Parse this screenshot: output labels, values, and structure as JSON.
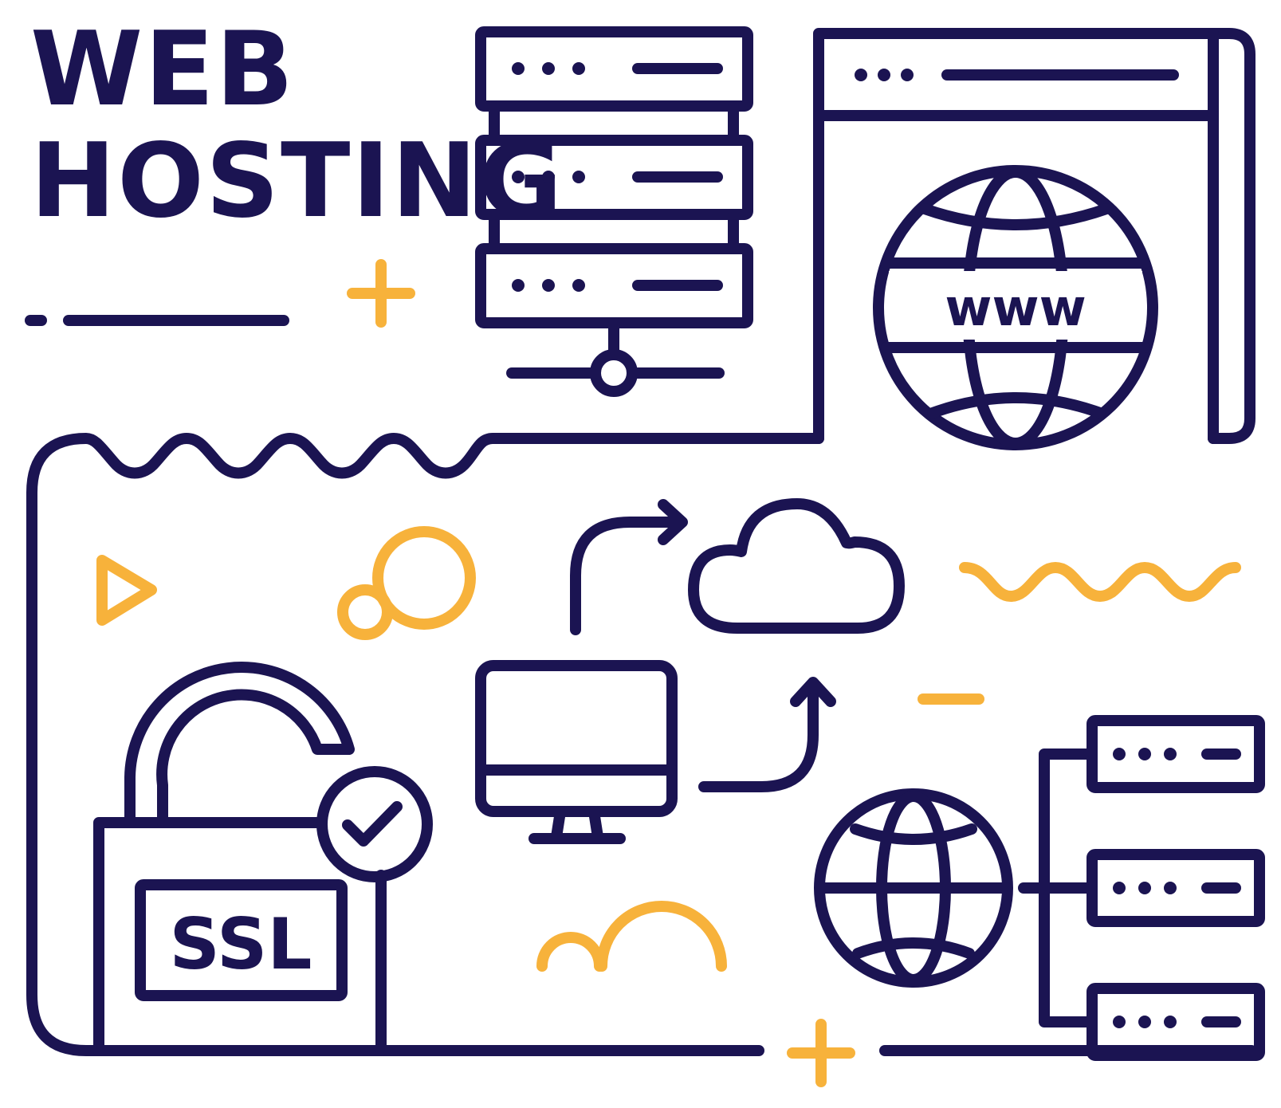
{
  "title": {
    "line1": "WEB",
    "line2": "HOSTING"
  },
  "server_label": "www",
  "ssl_label": "SSL",
  "colors": {
    "primary": "#1b1452",
    "accent": "#f7b23b",
    "background": "#ffffff"
  },
  "icons": [
    "server-rack-icon",
    "browser-window-icon",
    "globe-icon",
    "padlock-icon",
    "check-badge-icon",
    "desktop-monitor-icon",
    "cloud-icon",
    "network-servers-icon",
    "plus-icon",
    "play-icon",
    "circles-icon",
    "wave-icon",
    "dash-icon",
    "arcs-icon"
  ]
}
